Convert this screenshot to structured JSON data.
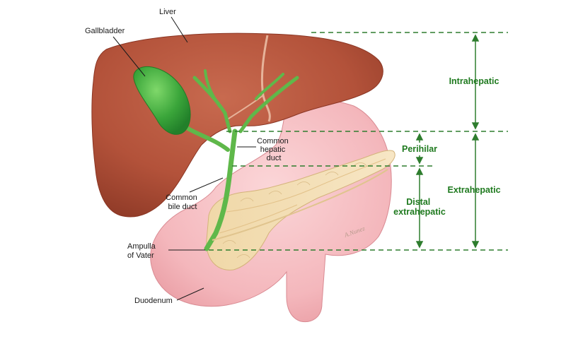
{
  "labels": {
    "liver": "Liver",
    "gallbladder": "Gallbladder",
    "common_hepatic_duct": [
      "Common",
      "hepatic",
      "duct"
    ],
    "common_bile_duct": [
      "Common",
      "bile duct"
    ],
    "ampulla_of_vater": [
      "Ampulla",
      "of Vater"
    ],
    "duodenum": "Duodenum"
  },
  "regions": {
    "intrahepatic": "Intrahepatic",
    "perihilar": "Perihilar",
    "distal_extrahepatic": [
      "Distal",
      "extrahepatic"
    ],
    "extrahepatic": "Extrahepatic"
  },
  "artist_signature": "A.Nunez",
  "colors": {
    "liver": "#b5533c",
    "gallbladder": "#3aa53a",
    "duct": "#5fb84a",
    "duodenum": "#f3b3b8",
    "pancreas": "#f2dcb0",
    "region_green": "#1f7a1f"
  }
}
